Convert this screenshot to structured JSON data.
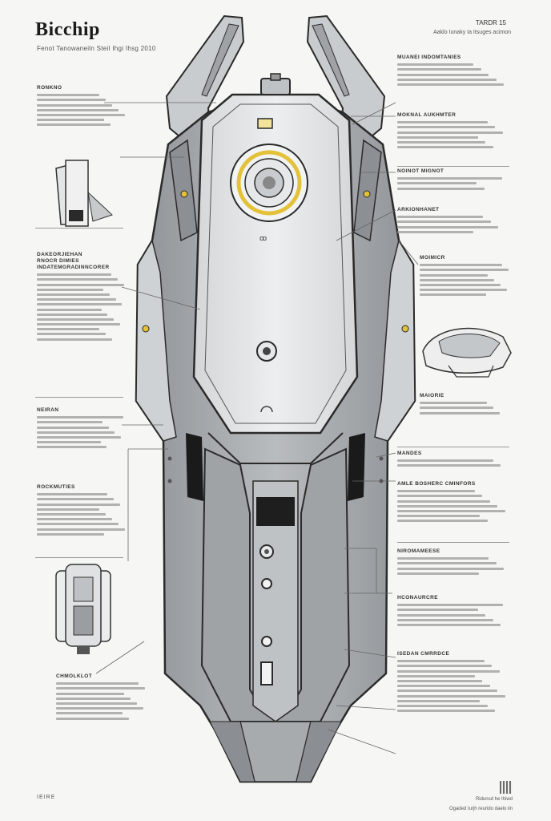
{
  "header": {
    "title": "Bicchip",
    "subtitle": "Fenot Tanowaneiln Steil Ihgi Ihsg 2010",
    "right_title": "TARDR 15",
    "right_subtitle": "Aaklo Iunaky Ia Itsuges acimon"
  },
  "left_notes": [
    {
      "heading": "RONKNO",
      "lines": 7
    },
    {
      "heading": "DAKEORJIEHAN\nRNOCR DIMIES\nINDATEMGRADINNCORER",
      "lines": 14
    },
    {
      "heading": "NEIRAN",
      "lines": 7
    },
    {
      "heading": "ROCKMUTIES",
      "lines": 9
    },
    {
      "heading": "CHMOLKLOT",
      "lines": 8
    }
  ],
  "right_notes": [
    {
      "heading": "MUANEI INDOMTANIES",
      "lines": 5
    },
    {
      "heading": "MOKNAL AUKHMTER",
      "lines": 6
    },
    {
      "heading": "NOINOT MIGNOT",
      "lines": 3
    },
    {
      "heading": "ARKIONHANET",
      "lines": 4
    },
    {
      "heading": "MOIMICR",
      "lines": 7
    },
    {
      "heading": "MAIORIE",
      "lines": 3
    },
    {
      "heading": "MANDES",
      "lines": 2
    },
    {
      "heading": "AMLE BOSHERC CMINFORS",
      "lines": 7
    },
    {
      "heading": "NIROMAMEESE",
      "lines": 4
    },
    {
      "heading": "HCONAURCRE",
      "lines": 5
    },
    {
      "heading": "ISEDAN CMRRDCE",
      "lines": 11
    }
  ],
  "colors": {
    "hull": "#a9adb0",
    "hull_light": "#cdd0d2",
    "hull_dark": "#7d8185",
    "panel": "#e3e5e6",
    "accent": "#e3c23a",
    "line": "#2a2a2a",
    "black": "#1a1a1a"
  },
  "footer": {
    "left": "IEIRE",
    "right_1": "Ridunsd he Ihiwd",
    "right_2": "Ogaded Iurjh reurido daelo iin"
  }
}
